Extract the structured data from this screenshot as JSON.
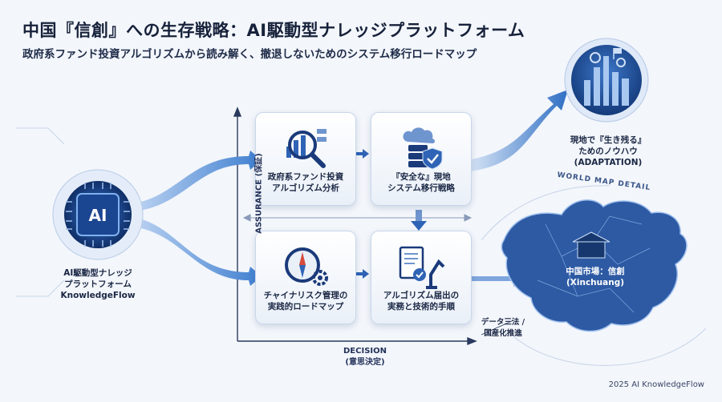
{
  "header": {
    "title": "中国『信創』への生存戦略：AI駆動型ナレッジプラットフォーム",
    "subtitle": "政府系ファンド投資アルゴリズムから読み解く、撤退しないためのシステム移行ロードマップ"
  },
  "source": {
    "icon_text": "AI",
    "label_line1": "AI駆動型ナレッジ",
    "label_line2": "プラットフォーム",
    "label_line3": "KnowledgeFlow"
  },
  "cards": [
    {
      "line1": "政府系ファンド投資",
      "line2": "アルゴリズム分析",
      "icon": "magnifier-chart-icon"
    },
    {
      "line1": "『安全な』現地",
      "line2": "システム移行戦略",
      "icon": "cloud-server-shield-icon"
    },
    {
      "line1": "チャイナリスク管理の",
      "line2": "実践的ロードマップ",
      "icon": "compass-gear-icon"
    },
    {
      "line1": "アルゴリズム届出の",
      "line2": "実務と技術的手順",
      "icon": "document-robot-arm-icon"
    }
  ],
  "axes": {
    "y": "ASSURANCE (保証)",
    "x_line1": "DECISION",
    "x_line2": "(意思決定)"
  },
  "adaptation": {
    "line1": "現地で『生き残る』",
    "line2": "ためのノウハウ",
    "line3": "(ADAPTATION)"
  },
  "map": {
    "caption": "WORLD MAP DETAIL",
    "label_line1": "中国市場：信創",
    "label_line2": "(Xinchuang)",
    "note_line1": "データ三法 /",
    "note_line2": "国産化推進"
  },
  "footer": "2025 AI KnowledgeFlow",
  "colors": {
    "primary": "#1f4f9c",
    "accent": "#3a7bd5",
    "dark": "#15213d"
  }
}
